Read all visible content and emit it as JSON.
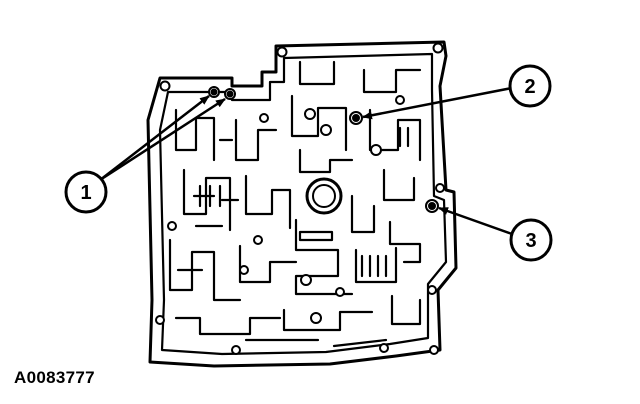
{
  "figure_id": "A0083777",
  "callouts": [
    {
      "number": "1"
    },
    {
      "number": "2"
    },
    {
      "number": "3"
    }
  ],
  "colors": {
    "line": "#000000",
    "background": "#ffffff"
  }
}
